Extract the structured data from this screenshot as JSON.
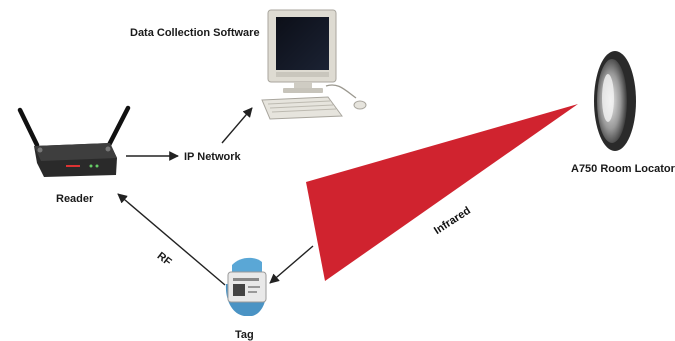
{
  "labels": {
    "software": "Data Collection Software",
    "ip_network": "IP Network",
    "reader": "Reader",
    "locator": "A750 Room Locator",
    "tag": "Tag",
    "rf": "RF",
    "infrared": "Infrared"
  },
  "colors": {
    "infrared_beam": "#d0232f",
    "arrow": "#222222",
    "reader_body": "#2a2a2a",
    "monitor_beige": "#dedbd2",
    "tag_strap": "#5aa7d6"
  },
  "icons": [
    "computer-icon",
    "reader-router-icon",
    "room-locator-icon",
    "wristband-tag-icon"
  ]
}
